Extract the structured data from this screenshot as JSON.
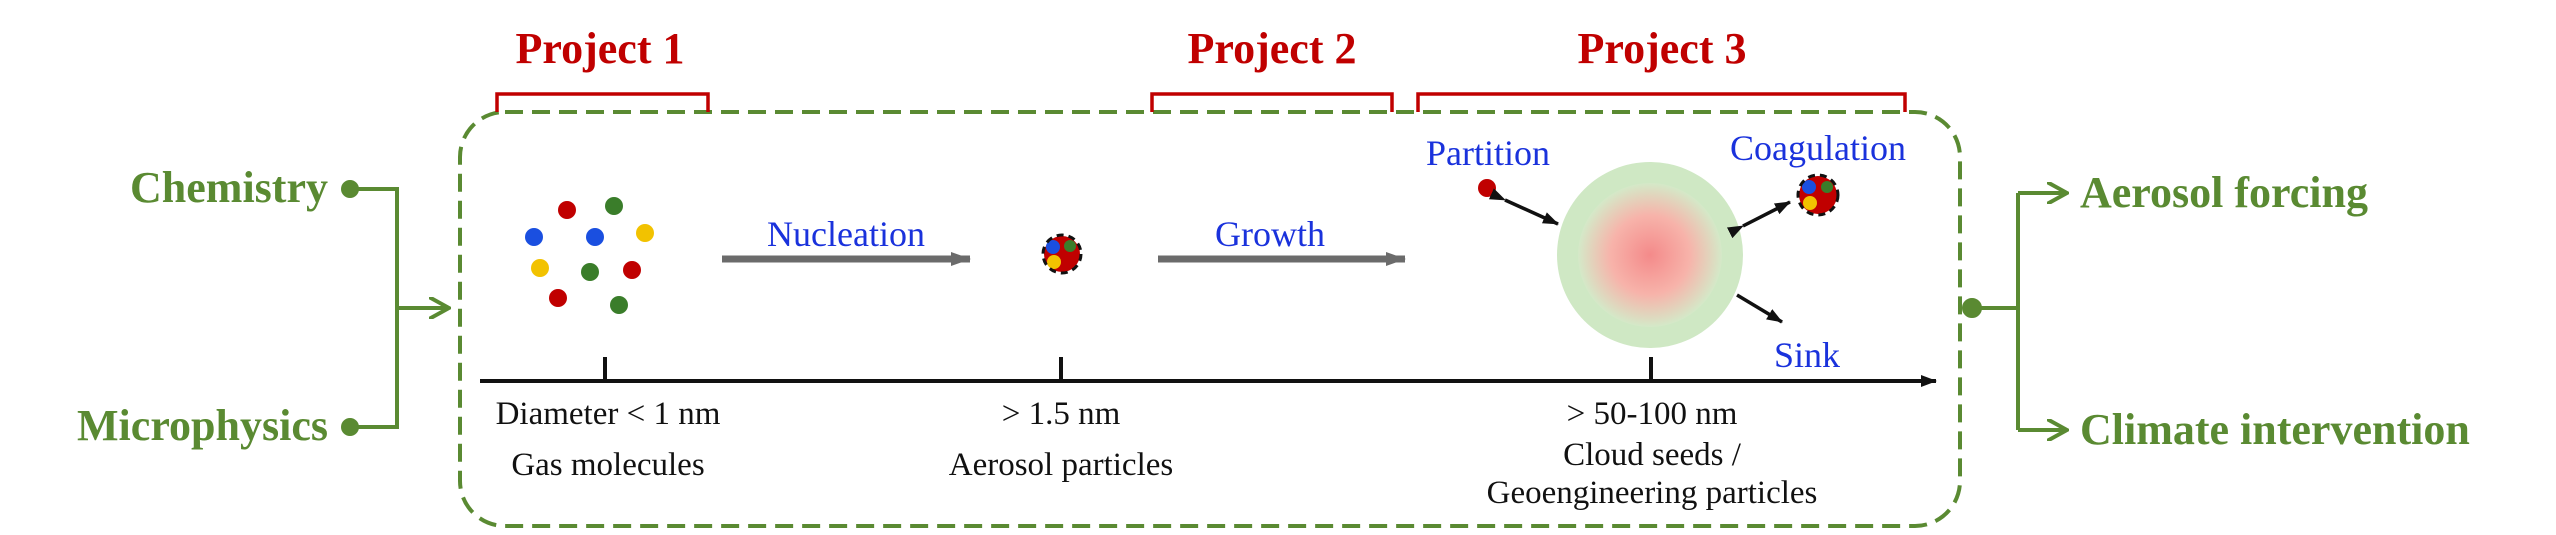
{
  "inputs": [
    "Chemistry",
    "Microphysics"
  ],
  "outputs": [
    "Aerosol forcing",
    "Climate intervention"
  ],
  "projects": [
    "Project 1",
    "Project 2",
    "Project 3"
  ],
  "processes": {
    "nucleation": "Nucleation",
    "growth": "Growth",
    "partition": "Partition",
    "coagulation": "Coagulation",
    "sink": "Sink"
  },
  "axis": [
    {
      "size": "Diameter < 1 nm",
      "label": [
        "Gas molecules"
      ]
    },
    {
      "size": "> 1.5 nm",
      "label": [
        "Aerosol particles"
      ]
    },
    {
      "size": "> 50-100 nm",
      "label": [
        "Cloud seeds /",
        "Geoengineering particles"
      ]
    }
  ],
  "colors": {
    "green": "#5a8a32",
    "red": "#c00000",
    "blue": "#1a32dc",
    "arrow_gray": "#6b6b6b",
    "droplet_halo": "#cfe8c4",
    "droplet_core": "#f48a8a"
  }
}
